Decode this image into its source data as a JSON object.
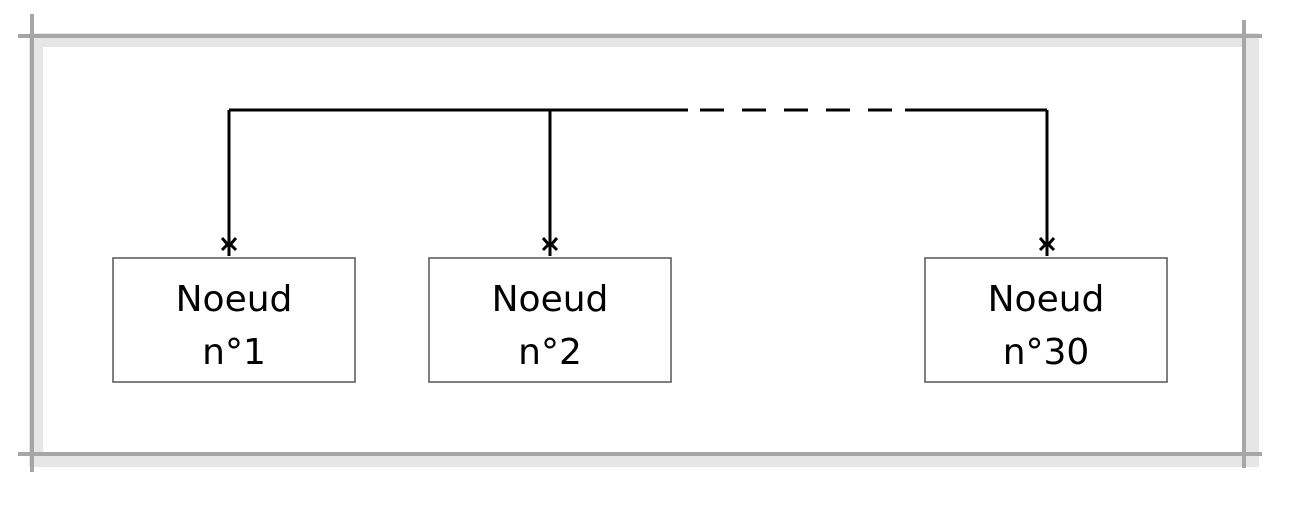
{
  "nodes": [
    {
      "line1": "Noeud",
      "line2": "n°1"
    },
    {
      "line1": "Noeud",
      "line2": "n°2"
    },
    {
      "line1": "Noeud",
      "line2": "n°30"
    }
  ],
  "colors": {
    "frame": "#a6a6a6",
    "frame_shadow": "#d9d9d9",
    "line": "#000000",
    "box_border": "#555555"
  }
}
